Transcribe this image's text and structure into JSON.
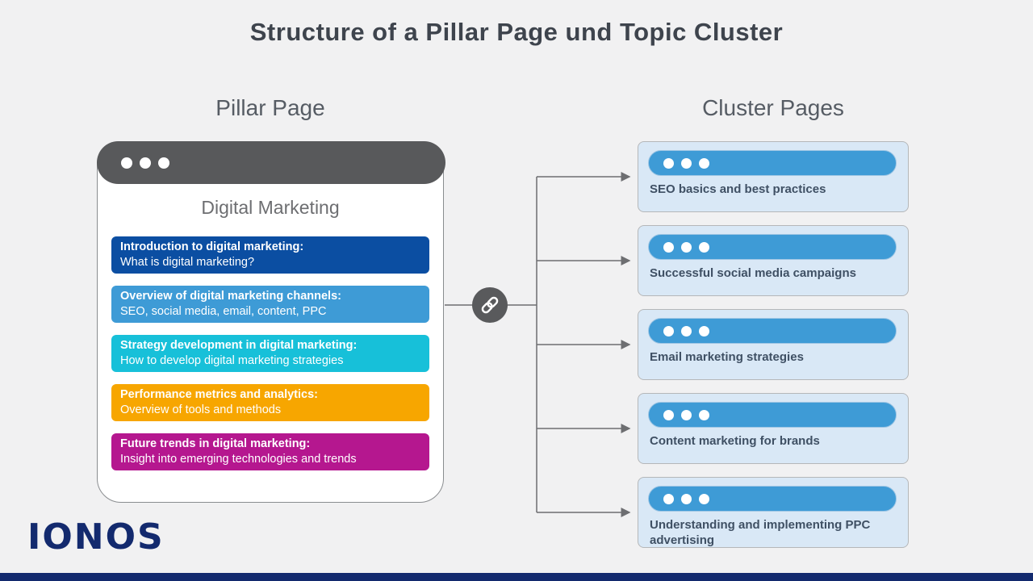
{
  "title": "Structure of a Pillar Page und Topic Cluster",
  "colors": {
    "background": "#f1f1f2",
    "browser_bar_gray": "#58595b",
    "pill_blue": "#3e9bd6",
    "card_bg_light_blue": "#d9e8f6",
    "connector_gray": "#6d6e71",
    "brand_navy": "#132a6e"
  },
  "pillar": {
    "heading": "Pillar Page",
    "page_title": "Digital Marketing",
    "sections": [
      {
        "title": "Introduction to digital marketing:",
        "subtitle": "What is digital marketing?",
        "color": "#0b4ea2"
      },
      {
        "title": "Overview of digital marketing channels:",
        "subtitle": "SEO, social media, email, content, PPC",
        "color": "#3e9bd6"
      },
      {
        "title": "Strategy development in digital marketing:",
        "subtitle": "How to develop digital marketing strategies",
        "color": "#17c0d9"
      },
      {
        "title": "Performance metrics and analytics:",
        "subtitle": "Overview of tools and methods",
        "color": "#f7a600"
      },
      {
        "title": "Future trends in digital marketing:",
        "subtitle": "Insight into emerging technologies and trends",
        "color": "#b5178f"
      }
    ]
  },
  "cluster": {
    "heading": "Cluster Pages",
    "cards": [
      {
        "label": "SEO basics and best practices"
      },
      {
        "label": "Successful social media campaigns"
      },
      {
        "label": "Email marketing strategies"
      },
      {
        "label": "Content marketing for brands"
      },
      {
        "label": "Understanding and implementing PPC advertising"
      }
    ]
  },
  "logo": "IONOS"
}
